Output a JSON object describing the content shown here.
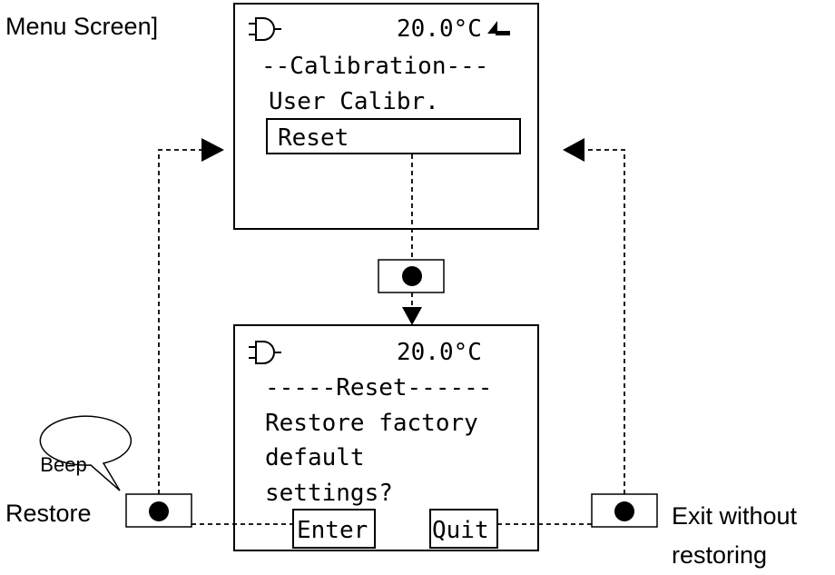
{
  "caption": "Menu Screen]",
  "screen1": {
    "temperature": "20.0°C",
    "title": "--Calibration---",
    "items": [
      "User Calibr.",
      "Reset"
    ],
    "selected": "Reset"
  },
  "screen2": {
    "temperature": "20.0°C",
    "title": "-----Reset------",
    "lines": [
      "Restore factory",
      "default",
      "settings?"
    ],
    "enter_label": "Enter",
    "quit_label": "Quit"
  },
  "beep": "Beep",
  "left_label": "Restore",
  "right_label_1": "Exit without",
  "right_label_2": "restoring",
  "icons": {
    "plug": "plug-icon",
    "back": "return-arrow-icon",
    "button": "round-button-icon"
  }
}
